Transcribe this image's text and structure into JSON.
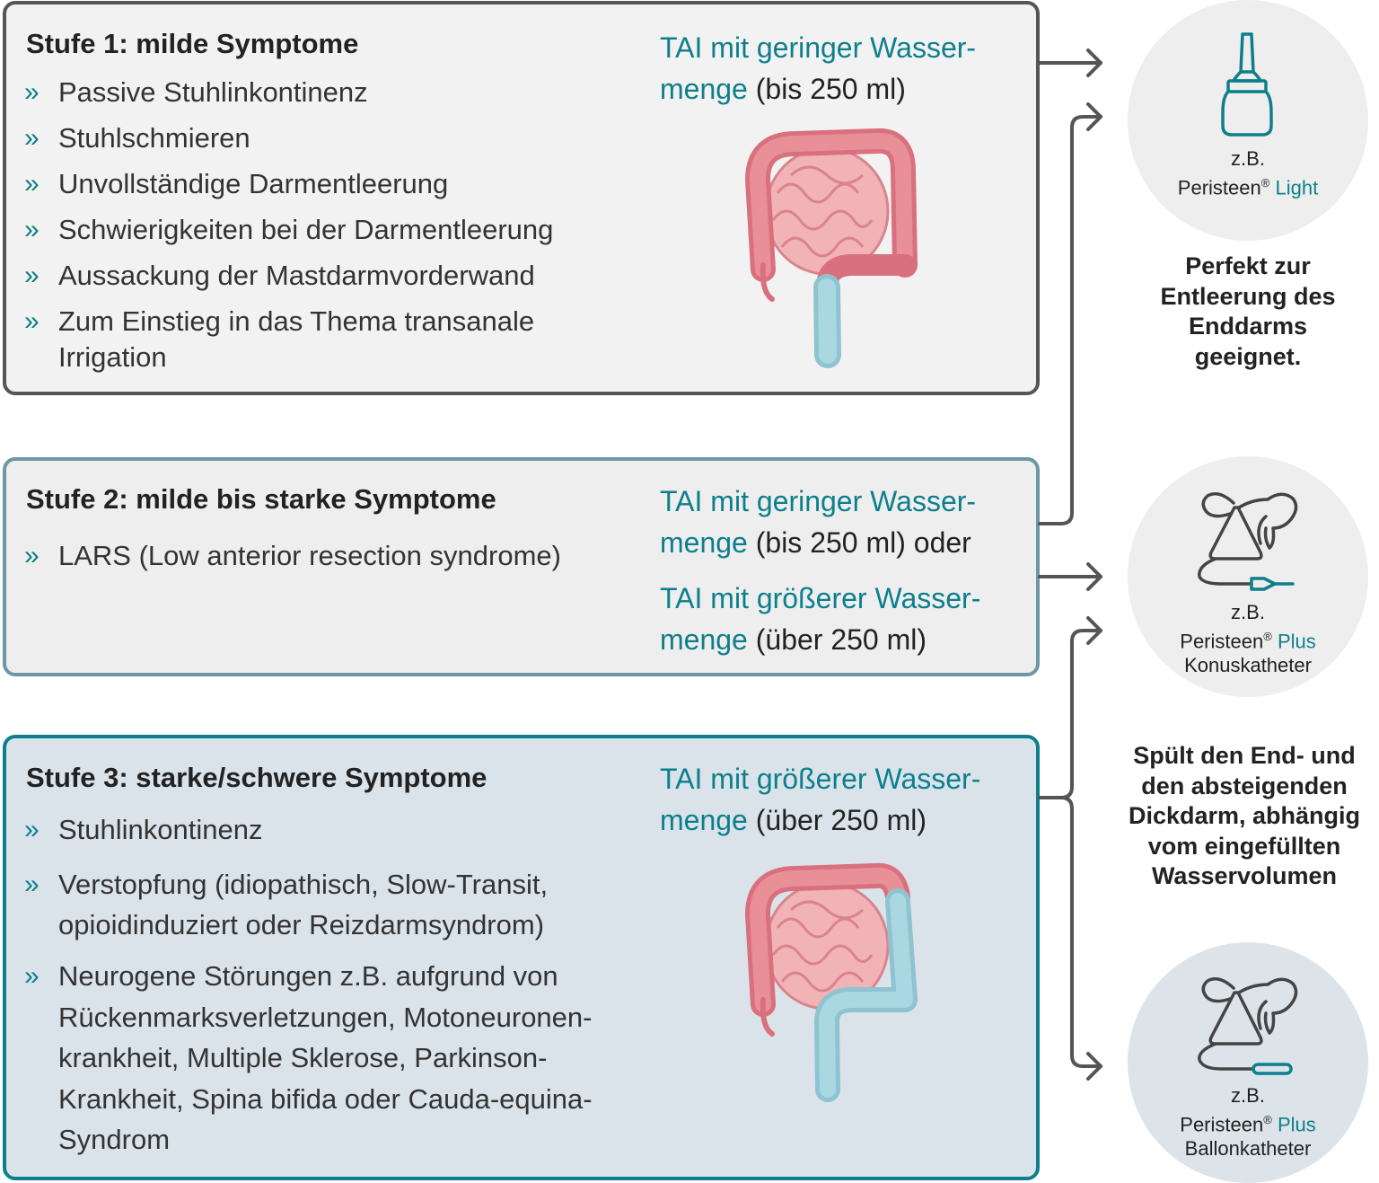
{
  "stages": [
    {
      "title": "Stufe 1: milde Symptome",
      "items": [
        "Passive Stuhlinkontinenz",
        "Stuhlschmieren",
        "Unvollständige Darmentleerung",
        "Schwierigkeiten bei der Darmentleerung",
        "Aussackung der Mastdarmvorderwand",
        "Zum Einstieg in das Thema transanale Irrigation"
      ],
      "tai": [
        {
          "teal1": "TAI mit geringer Wasser-",
          "teal2": "menge",
          "rest": " (bis 250 ml)"
        }
      ]
    },
    {
      "title": "Stufe 2: milde bis starke Symptome",
      "items": [
        "LARS (Low anterior resection syndrome)"
      ],
      "tai": [
        {
          "teal1": "TAI mit geringer Wasser-",
          "teal2": "menge",
          "rest": " (bis 250 ml) oder"
        },
        {
          "teal1": "TAI mit größerer Wasser-",
          "teal2": "menge",
          "rest": " (über 250 ml)"
        }
      ]
    },
    {
      "title": "Stufe 3: starke/schwere Symptome",
      "items": [
        "Stuhlinkontinenz",
        "Verstopfung (idiopathisch, Slow-Transit, opioidinduziert oder Reizdarmsyndrom)",
        "Neurogene Störungen z.B. aufgrund von Rückenmarksverletzungen, Motoneuronen-krankheit, Multiple Sklerose, Parkinson-Krankheit, Spina bifida oder Cauda-equina-Syndrom"
      ],
      "tai": [
        {
          "teal1": "TAI mit größerer Wasser-",
          "teal2": "menge",
          "rest": " (über 250 ml)"
        }
      ]
    }
  ],
  "bullet_glyph": "»",
  "products": [
    {
      "prefix": "z.B.",
      "brand": "Peristeen",
      "reg": "®",
      "variant": "Light",
      "sub": "",
      "icon": "light-bottle-icon"
    },
    {
      "prefix": "z.B.",
      "brand": "Peristeen",
      "reg": "®",
      "variant": "Plus",
      "sub": "Konuskatheter",
      "icon": "cone-catheter-pump-icon"
    },
    {
      "prefix": "z.B.",
      "brand": "Peristeen",
      "reg": "®",
      "variant": "Plus",
      "sub": "Ballonkatheter",
      "icon": "balloon-catheter-pump-icon"
    }
  ],
  "notes": {
    "light": [
      "Perfekt zur",
      "Entleerung des",
      "Enddarms",
      "geeignet."
    ],
    "plus": [
      "Spült den End- und",
      "den absteigenden",
      "Dickdarm, abhängig",
      "vom eingefüllten",
      "Wasservolumen"
    ]
  },
  "colors": {
    "teal": "#0d7f8c",
    "stage1_border": "#555555",
    "stage2_border": "#6e97a6",
    "stage3_border": "#0d7f8c",
    "arrow": "#555555",
    "intestine": "#e88f97",
    "intestine_dark": "#c75563",
    "highlight": "#9fd3de"
  }
}
